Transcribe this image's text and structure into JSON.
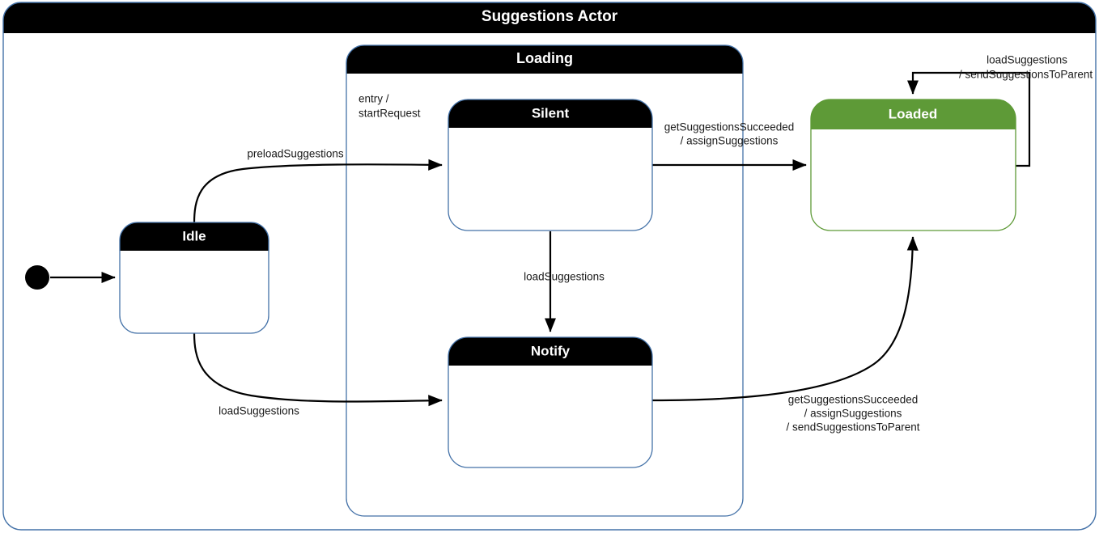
{
  "diagram": {
    "type": "uml-state-machine",
    "root_state": {
      "name": "root-state",
      "title": "Suggestions Actor",
      "header_color": "#000000",
      "border_color": "#4472a8"
    },
    "composite_states": [
      {
        "name": "loading-state",
        "title": "Loading",
        "header_color": "#000000",
        "border_color": "#4472a8",
        "entry_action": "entry /\nstartRequest",
        "entry_action_line1": "entry /",
        "entry_action_line2": "startRequest"
      }
    ],
    "states": [
      {
        "name": "idle-state",
        "title": "Idle",
        "header_color": "#000000",
        "border_color": "#4472a8",
        "body_color": "#ffffff"
      },
      {
        "name": "silent-state",
        "title": "Silent",
        "header_color": "#000000",
        "border_color": "#4472a8",
        "body_color": "#ffffff"
      },
      {
        "name": "notify-state",
        "title": "Notify",
        "header_color": "#000000",
        "border_color": "#4472a8",
        "body_color": "#ffffff"
      },
      {
        "name": "loaded-state",
        "title": "Loaded",
        "header_color": "#5e9a37",
        "border_color": "#5e9a37",
        "body_color": "#ffffff"
      }
    ],
    "initial_node": {
      "name": "initial-pseudostate",
      "color": "#000000"
    },
    "transitions": [
      {
        "name": "transition-initial-to-idle",
        "from": "initial",
        "to": "Idle",
        "label": ""
      },
      {
        "name": "transition-idle-to-silent",
        "from": "Idle",
        "to": "Silent",
        "label": "preloadSuggestions"
      },
      {
        "name": "transition-idle-to-notify",
        "from": "Idle",
        "to": "Notify",
        "label": "loadSuggestions"
      },
      {
        "name": "transition-silent-to-notify",
        "from": "Silent",
        "to": "Notify",
        "label": "loadSuggestions"
      },
      {
        "name": "transition-silent-to-loaded",
        "from": "Silent",
        "to": "Loaded",
        "label_line1": "getSuggestionsSucceeded",
        "label_line2": "/ assignSuggestions"
      },
      {
        "name": "transition-notify-to-loaded",
        "from": "Notify",
        "to": "Loaded",
        "label_line1": "getSuggestionsSucceeded",
        "label_line2": "/ assignSuggestions",
        "label_line3": "/ sendSuggestionsToParent"
      },
      {
        "name": "transition-loaded-self-loop",
        "from": "Loaded",
        "to": "Loaded",
        "label_line1": "loadSuggestions",
        "label_line2": "/ sendSuggestionsToParent"
      }
    ]
  }
}
